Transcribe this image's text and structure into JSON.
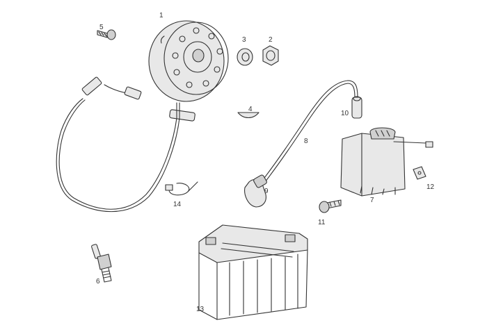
{
  "parts": [
    {
      "id": "flywheel",
      "number": "1"
    },
    {
      "id": "nut",
      "number": "2"
    },
    {
      "id": "washer",
      "number": "3"
    },
    {
      "id": "key",
      "number": "4"
    },
    {
      "id": "screw",
      "number": "5"
    },
    {
      "id": "spark-plug",
      "number": "6"
    },
    {
      "id": "ignition-coil",
      "number": "7"
    },
    {
      "id": "ht-lead",
      "number": "8"
    },
    {
      "id": "plug-cap",
      "number": "9"
    },
    {
      "id": "lead-cap",
      "number": "10"
    },
    {
      "id": "coil-bolt",
      "number": "11"
    },
    {
      "id": "clip",
      "number": "12"
    },
    {
      "id": "battery",
      "number": "13"
    },
    {
      "id": "cable-tie",
      "number": "14"
    }
  ]
}
